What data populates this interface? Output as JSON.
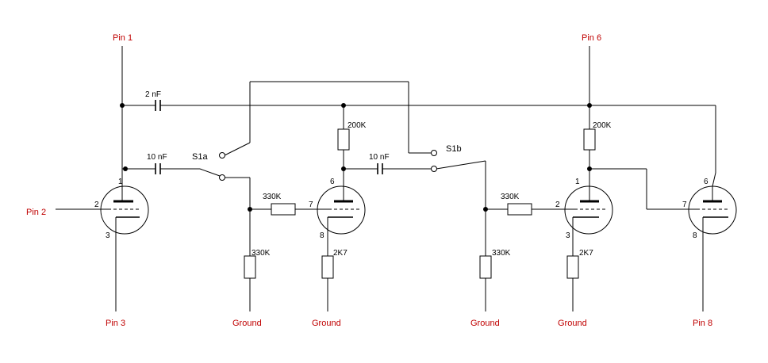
{
  "pins": {
    "pin1": "Pin 1",
    "pin2": "Pin 2",
    "pin3": "Pin 3",
    "pin6": "Pin 6",
    "pin8": "Pin 8",
    "gnd1": "Ground",
    "gnd2": "Ground",
    "gnd3": "Ground",
    "gnd4": "Ground"
  },
  "capacitors": {
    "c_top": "2 nF",
    "c_in": "10 nF",
    "c_mid": "10 nF"
  },
  "resistors": {
    "r_series1": "330K",
    "r_gnd1": "330K",
    "r_plate1": "200K",
    "r_cath1": "2K7",
    "r_series2": "330K",
    "r_gnd2": "330K",
    "r_plate2": "200K",
    "r_cath2": "2K7"
  },
  "switches": {
    "s1a": "S1a",
    "s1b": "S1b"
  },
  "tube_pins": {
    "t1_plate": "1",
    "t1_grid": "2",
    "t1_cath": "3",
    "t2_plate": "6",
    "t2_grid": "7",
    "t2_cath": "8",
    "t3_plate": "1",
    "t3_grid": "2",
    "t3_cath": "3",
    "t4_plate": "6",
    "t4_grid": "7",
    "t4_cath": "8"
  },
  "colors": {
    "pin_label": "#c00000",
    "wire": "#000000"
  }
}
